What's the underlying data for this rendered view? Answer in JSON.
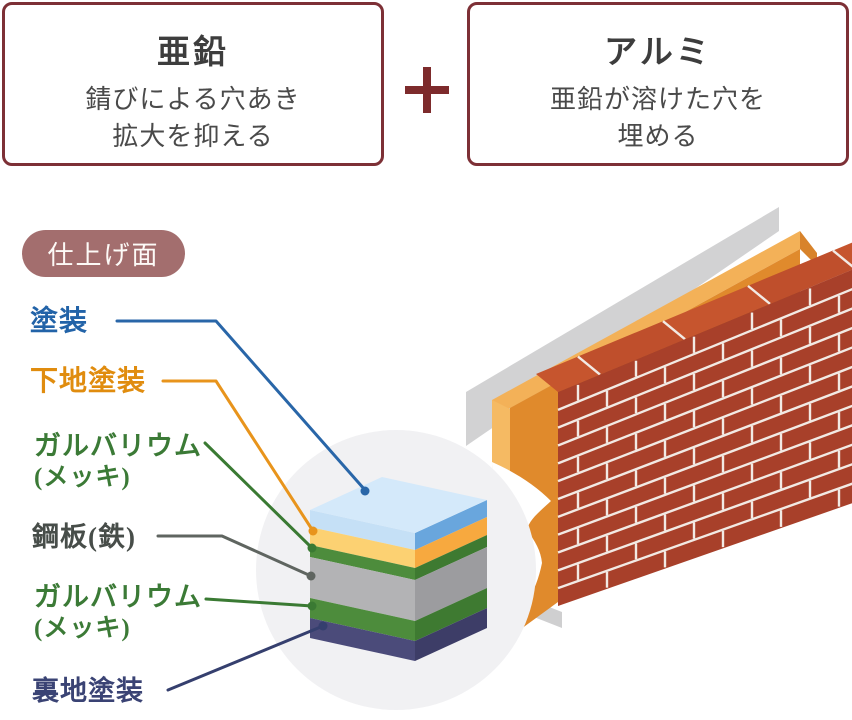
{
  "header": {
    "boxes": [
      {
        "title": "亜鉛",
        "line1": "錆びによる穴あき",
        "line2": "拡大を抑える"
      },
      {
        "title": "アルミ",
        "line1": "亜鉛が溶けた穴を",
        "line2": "埋める"
      }
    ],
    "plus_icon": "+"
  },
  "diagram": {
    "badge": "仕上げ面",
    "labels": {
      "coating": {
        "text": "塗装",
        "color": "#2263a8"
      },
      "base_coating": {
        "text": "下地塗装",
        "color": "#e08c0e"
      },
      "galvalume_top": {
        "line1": "ガルバリウム",
        "line2": "(メッキ)",
        "color": "#3b7a36"
      },
      "steel": {
        "text": "鋼板(鉄)",
        "color": "#474d49"
      },
      "galvalume_bottom": {
        "line1": "ガルバリウム",
        "line2": "(メッキ)",
        "color": "#3b7a36"
      },
      "back_coating": {
        "text": "裏地塗装",
        "color": "#3a4374"
      }
    },
    "layer_stack": [
      {
        "name": "coating",
        "front": "#c5e0f6",
        "side": "#69a6dd",
        "top": "#d4e9fa"
      },
      {
        "name": "base-coating",
        "front": "#fcd172",
        "side": "#f7a93f"
      },
      {
        "name": "galvalume",
        "front": "#4d8c3c",
        "side": "#3e7a31"
      },
      {
        "name": "steel-plate",
        "front": "#b3b3b5",
        "side": "#9c9c9f"
      },
      {
        "name": "galvalume",
        "front": "#4d8c3c",
        "side": "#3e7a31"
      },
      {
        "name": "back-coating",
        "front": "#4b4b7a",
        "side": "#3d3d67"
      }
    ],
    "palette": {
      "box_border": "#7d3036",
      "plus": "#7d2b2c",
      "badge_bg": "#a36e6e",
      "magnifier_circle": "#f1f1f3",
      "pointer_wedge": "#ffffff",
      "wall_gray_panel": "#d2d2d3",
      "wall_orange_panel": "#e08a2c",
      "wall_orange_light": "#f3b158",
      "brick_face": "#a8402a",
      "brick_top": "#c6552e",
      "mortar": "#f2eae4"
    }
  }
}
